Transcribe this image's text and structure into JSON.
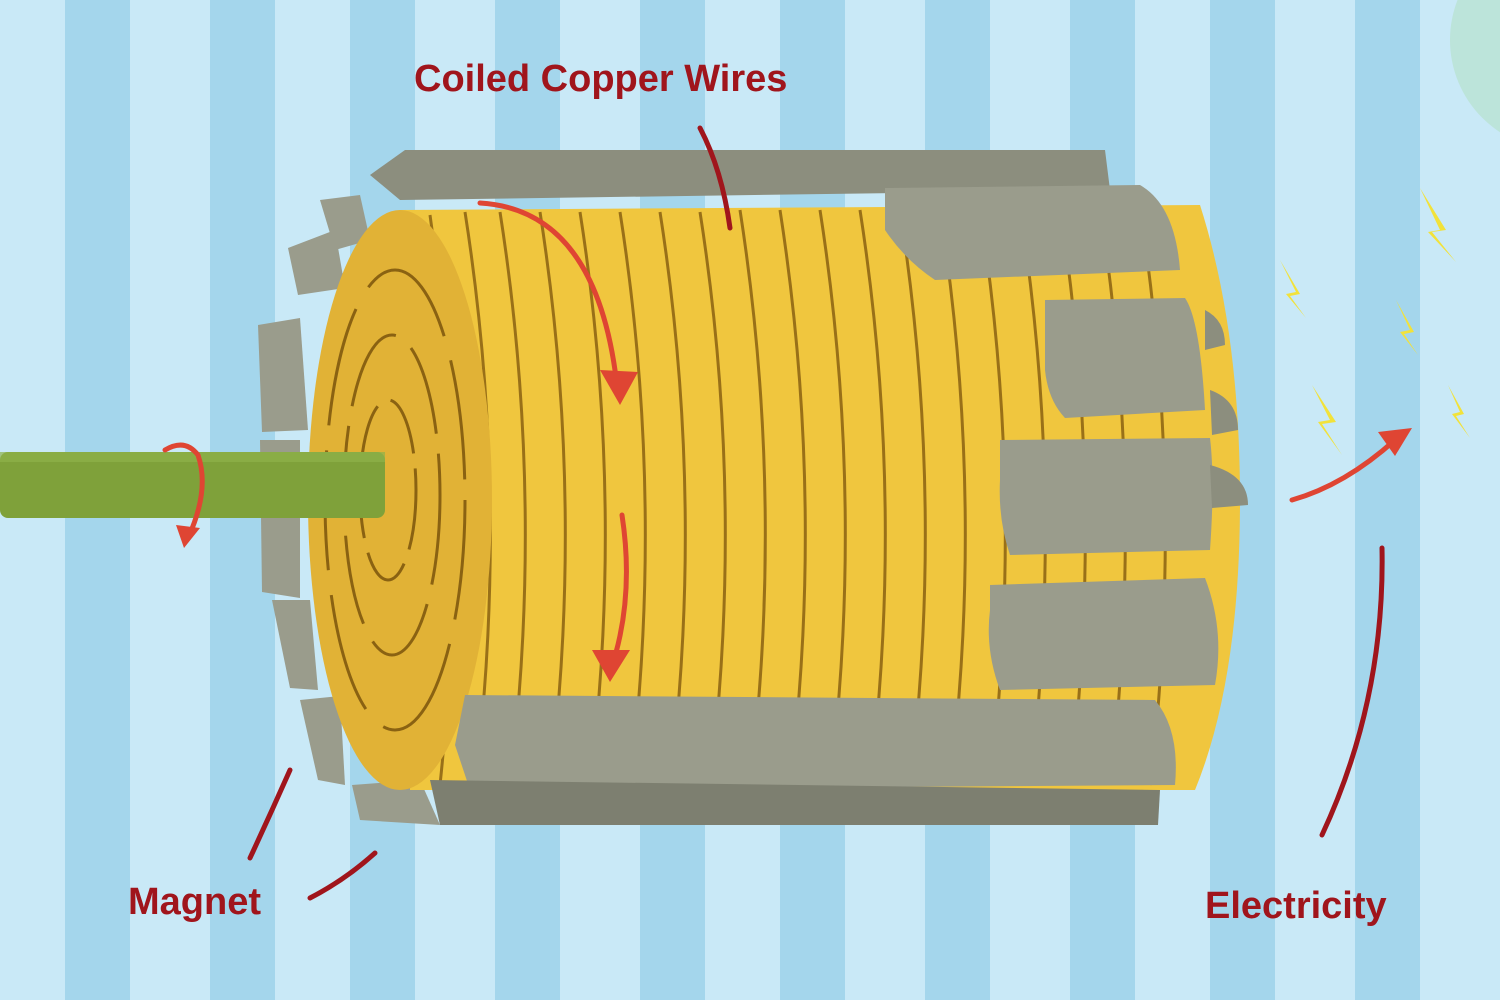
{
  "labels": {
    "coiled_copper_wires": "Coiled Copper Wires",
    "magnet": "Magnet",
    "electricity": "Electricity"
  },
  "colors": {
    "background": "#c9e9f7",
    "background_stripe": "#9fd3ea",
    "label_text": "#a0151c",
    "leader_line": "#a0151c",
    "motion_arrow": "#df4533",
    "copper_coil": "#f0c63e",
    "coil_stripe": "#8a6212",
    "magnet": "#9a9c8c",
    "magnet_shadow": "#7d7f70",
    "shaft": "#7fa13a",
    "spark": "#f2e23a"
  },
  "icons": {
    "spark": "lightning-bolt-icon",
    "rotation": "curved-arrow-icon"
  }
}
